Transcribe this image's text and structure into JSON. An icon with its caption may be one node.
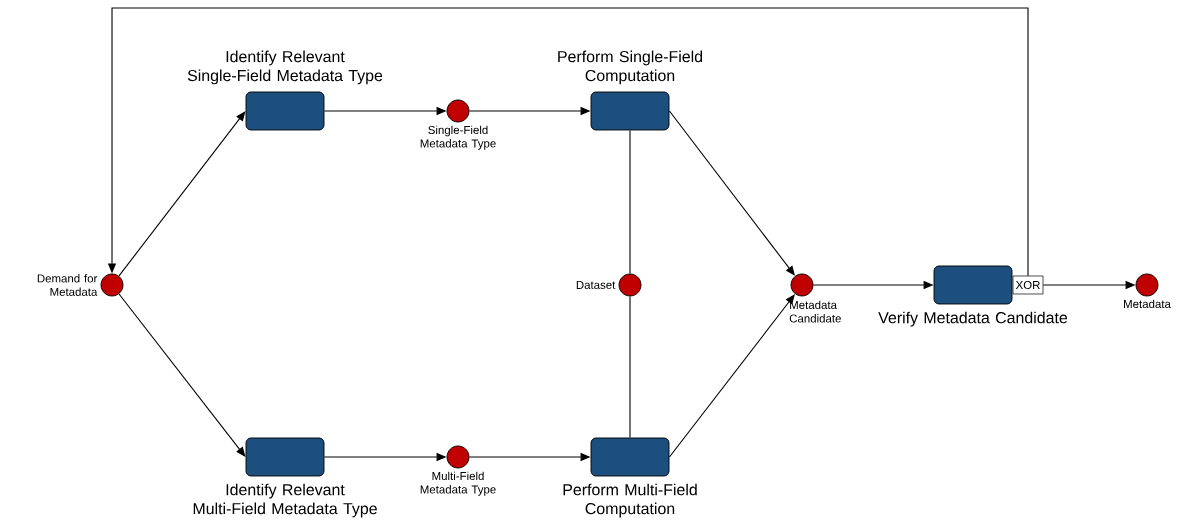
{
  "diagram": {
    "nodes": [
      {
        "text": [
          "Demand for Metadata"
        ]
      },
      {
        "text": [
          "Identify Relevant Single-Field Metadata Type"
        ]
      },
      {
        "text": [
          "Single-Field Metadata Type"
        ]
      },
      {
        "text": [
          "Perform Single-Field Computation"
        ]
      },
      {
        "text": [
          "Dataset"
        ]
      },
      {
        "text": [
          "Identify Relevant Multi-Field Metadata Type"
        ]
      },
      {
        "text": [
          "Multi-Field Metadata Type"
        ]
      },
      {
        "text": [
          "Perform Multi-Field Computation"
        ]
      },
      {
        "text": [
          "Metadata Candidate"
        ]
      },
      {
        "text": [
          "Verify Metadata Candidate"
        ]
      },
      {
        "text": [
          "XOR"
        ]
      },
      {
        "text": [
          "Metadata"
        ]
      }
    ],
    "edges": [
      {
        "from": 0,
        "to": 1,
        "arrow": "to"
      },
      {
        "from": 0,
        "to": 5,
        "arrow": "to"
      },
      {
        "from": 1,
        "to": 2,
        "arrow": "to"
      },
      {
        "from": 2,
        "to": 3,
        "arrow": "to"
      },
      {
        "from": 5,
        "to": 6,
        "arrow": "to"
      },
      {
        "from": 6,
        "to": 7,
        "arrow": "to"
      },
      {
        "from": 4,
        "to": 3,
        "arrow": "none"
      },
      {
        "from": 4,
        "to": 7,
        "arrow": "none"
      },
      {
        "from": 3,
        "to": 8,
        "arrow": "to"
      },
      {
        "from": 7,
        "to": 8,
        "arrow": "to"
      },
      {
        "from": 8,
        "to": 9,
        "arrow": "to"
      },
      {
        "from": 10,
        "to": 11,
        "arrow": "to"
      },
      {
        "from": 10,
        "to": 0,
        "arrow": "to"
      }
    ]
  }
}
